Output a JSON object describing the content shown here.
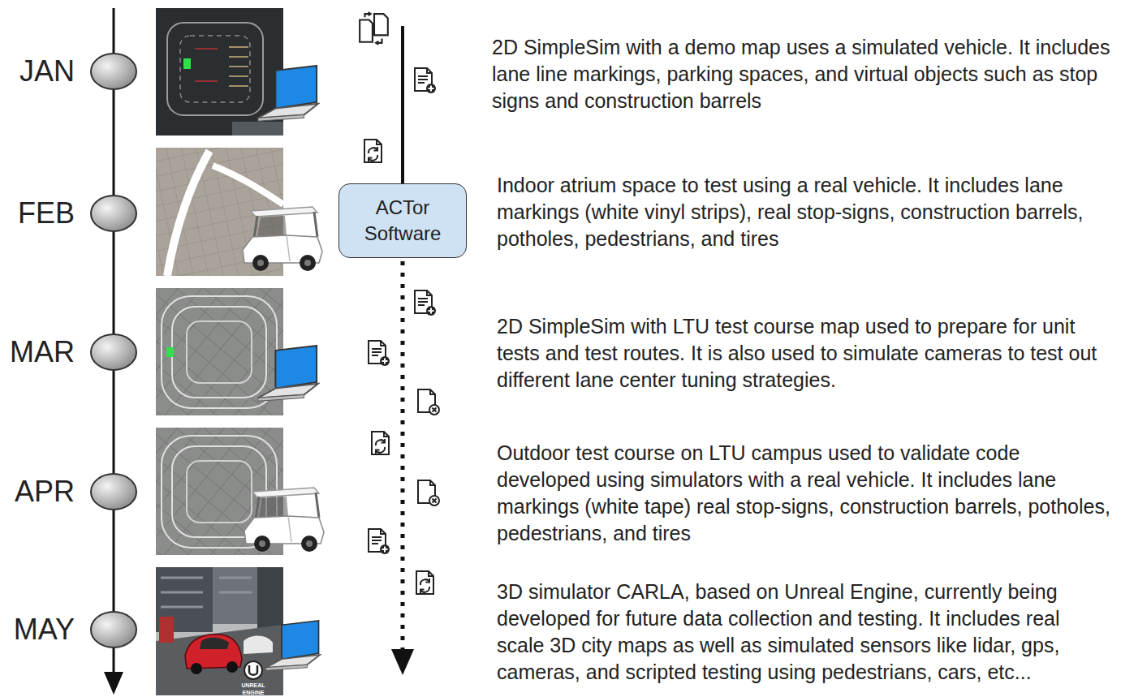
{
  "diagram": {
    "nodes": [
      {
        "text": [
          "ACTor Software"
        ]
      }
    ],
    "labels": [
      "JAN",
      "FEB",
      "MAR",
      "APR",
      "MAY",
      "2D SimpleSim with a demo map uses a simulated vehicle. It includes lane line markings, parking spaces, and virtual objects such as stop signs and construction barrels",
      "Indoor atrium space to test using a real vehicle. It includes lane markings (white vinyl strips), real stop-signs, construction barrels, potholes, pedestrians, and tires",
      "2D SimpleSim with LTU test course map used to prepare for unit tests and test routes. It is also used to simulate cameras to test out different lane center tuning strategies.",
      "Outdoor test course on LTU campus used to validate code developed using simulators with a real vehicle. It includes lane markings (white tape) real stop-signs, construction barrels, potholes, pedestrians, and tires",
      "3D simulator CARLA, based on Unreal Engine, currently being developed for future data collection and testing. It includes real scale 3D city maps as well as simulated sensors like lidar, gps, cameras, and scripted testing using pedestrians, cars, etc...",
      "UNREAL ENGINE"
    ]
  }
}
